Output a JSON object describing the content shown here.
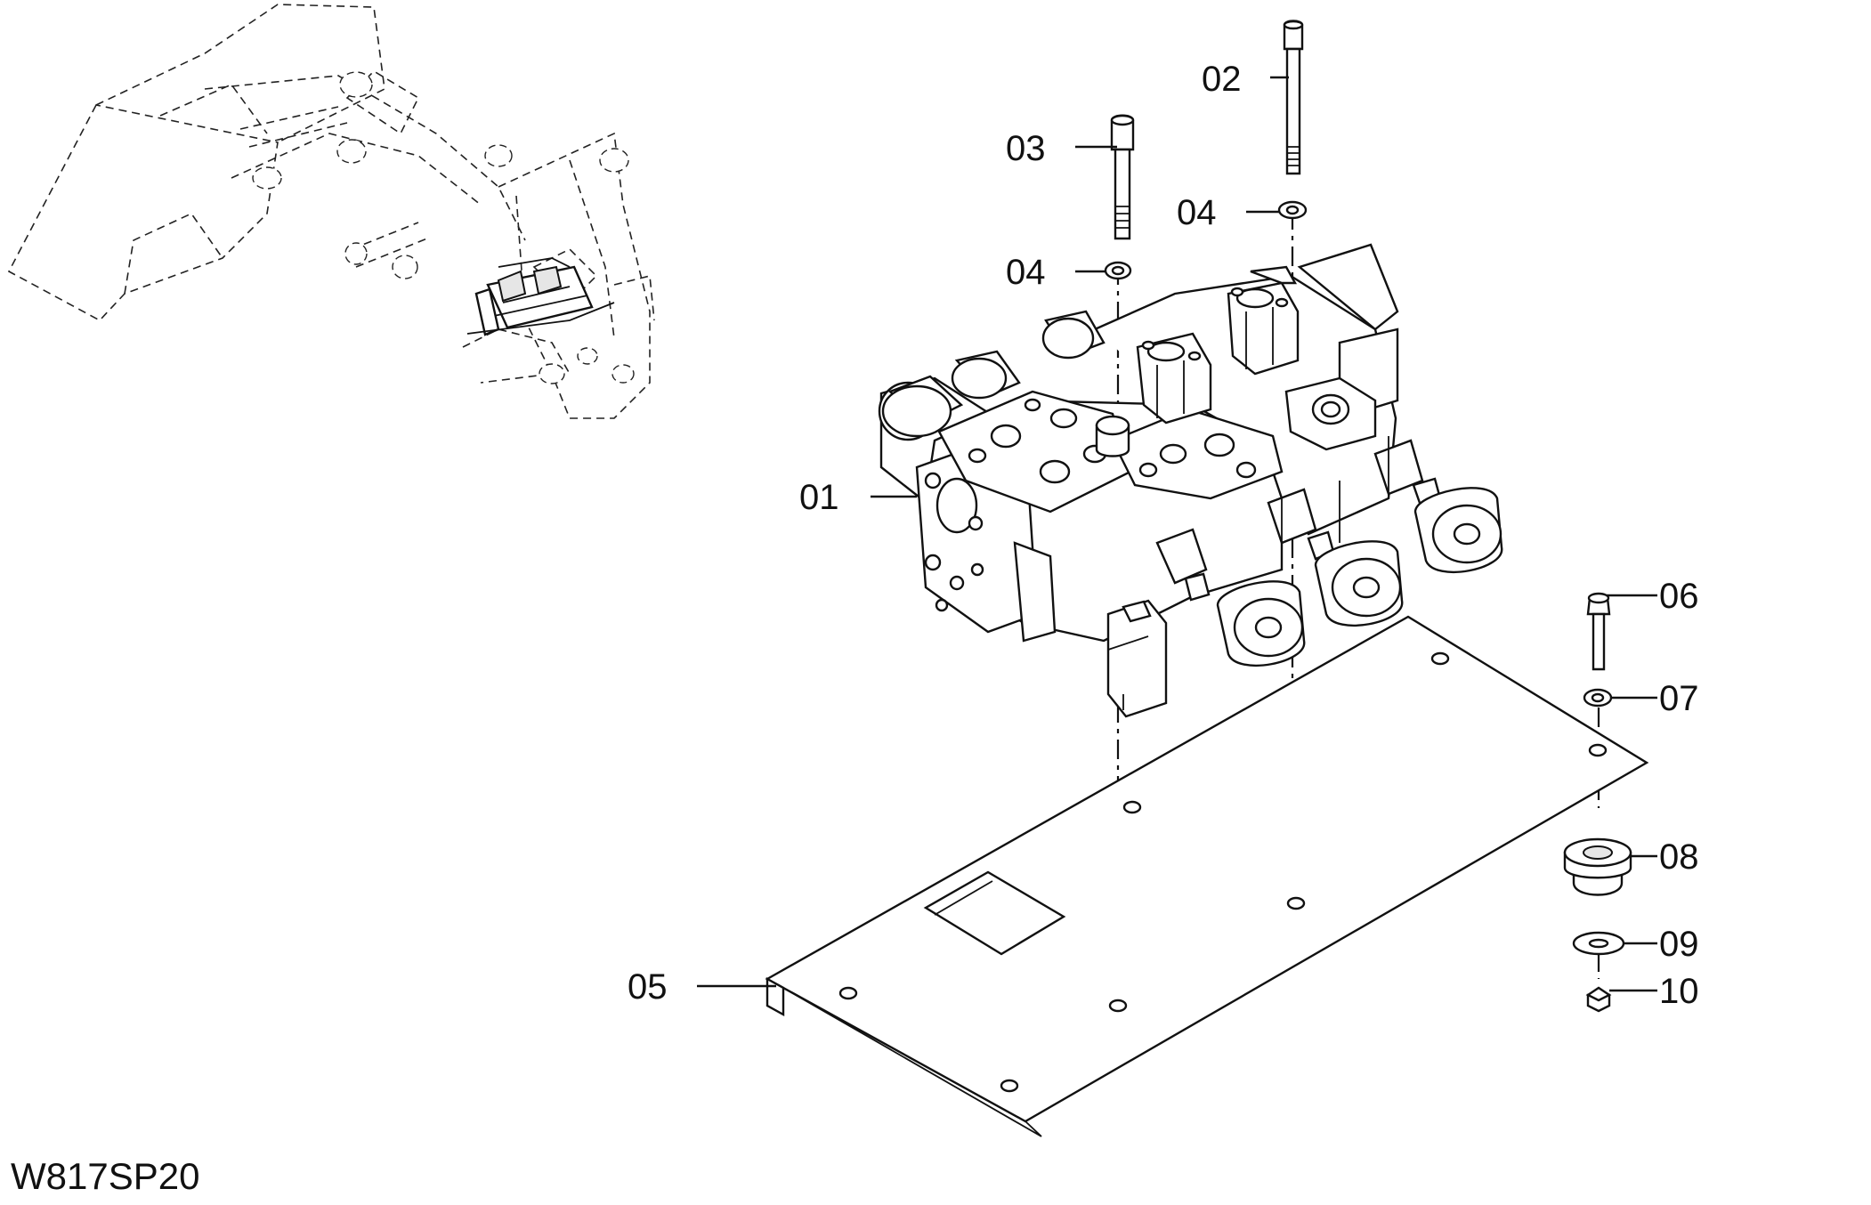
{
  "drawing_code": "W817SP20",
  "callouts": {
    "c01": "01",
    "c02": "02",
    "c03": "03",
    "c04a": "04",
    "c04b": "04",
    "c05": "05",
    "c06": "06",
    "c07": "07",
    "c08": "08",
    "c09": "09",
    "c10": "10"
  }
}
